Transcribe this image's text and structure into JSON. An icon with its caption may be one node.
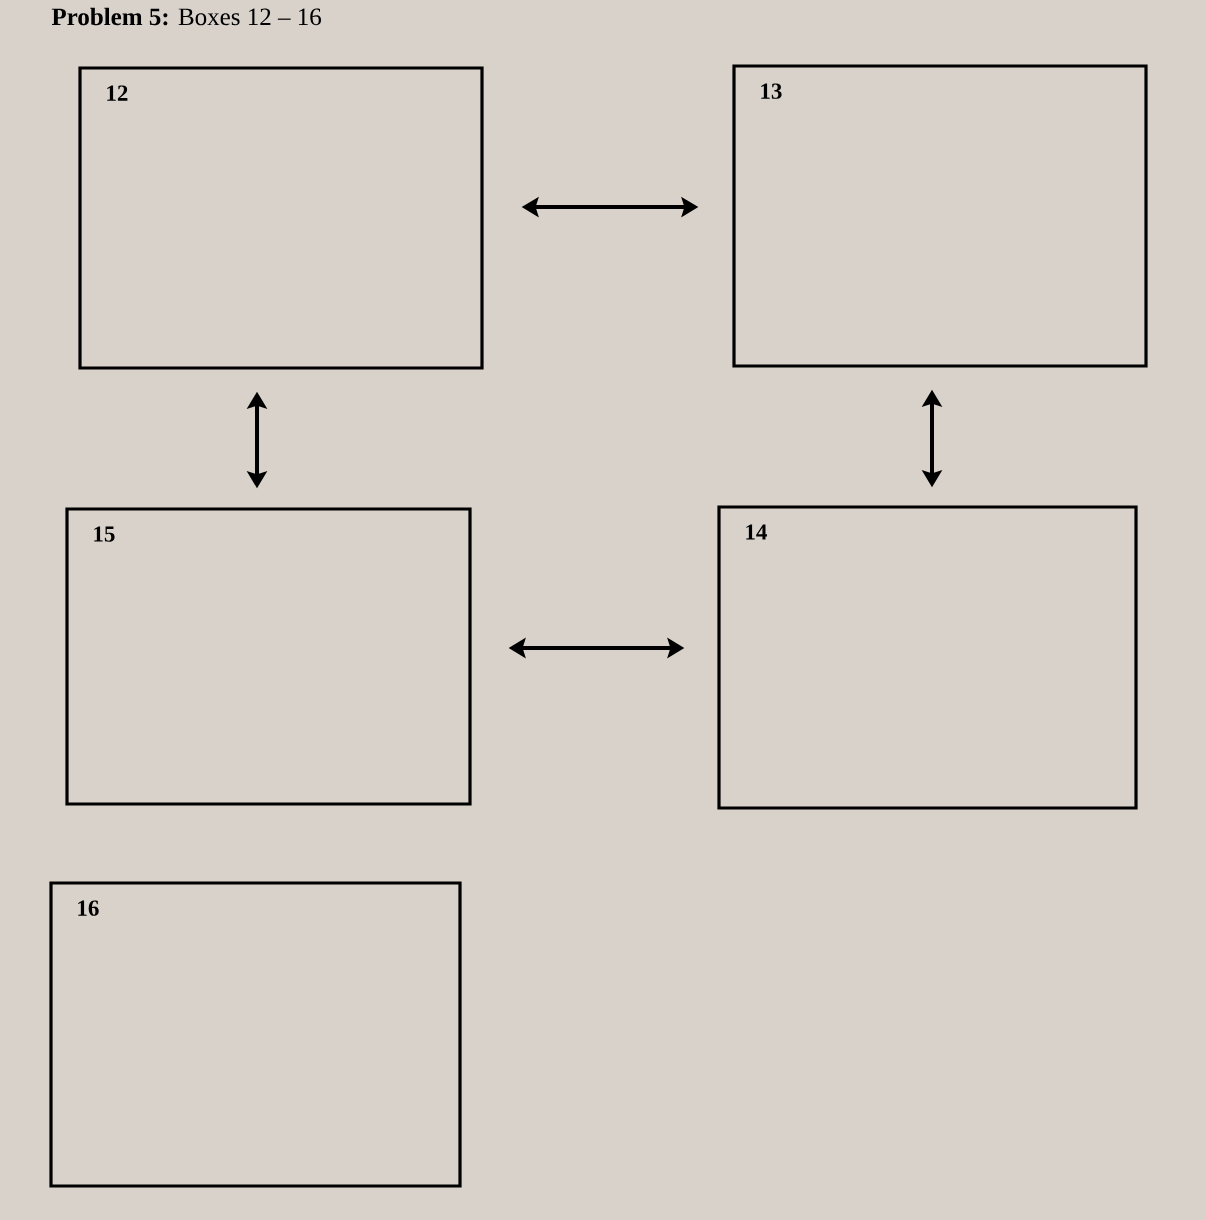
{
  "diagram": {
    "title": "**Problem 5:** Boxes 12 – 16",
    "nodes": [
      {
        "text": [
          "12"
        ]
      },
      {
        "text": [
          "13"
        ]
      },
      {
        "text": [
          "15"
        ]
      },
      {
        "text": [
          "14"
        ]
      },
      {
        "text": [
          "16"
        ]
      }
    ],
    "edges": [
      {
        "from": 0,
        "to": 1,
        "arrow": "both"
      },
      {
        "from": 0,
        "to": 2,
        "arrow": "both"
      },
      {
        "from": 1,
        "to": 3,
        "arrow": "both"
      },
      {
        "from": 2,
        "to": 3,
        "arrow": "both"
      }
    ]
  }
}
